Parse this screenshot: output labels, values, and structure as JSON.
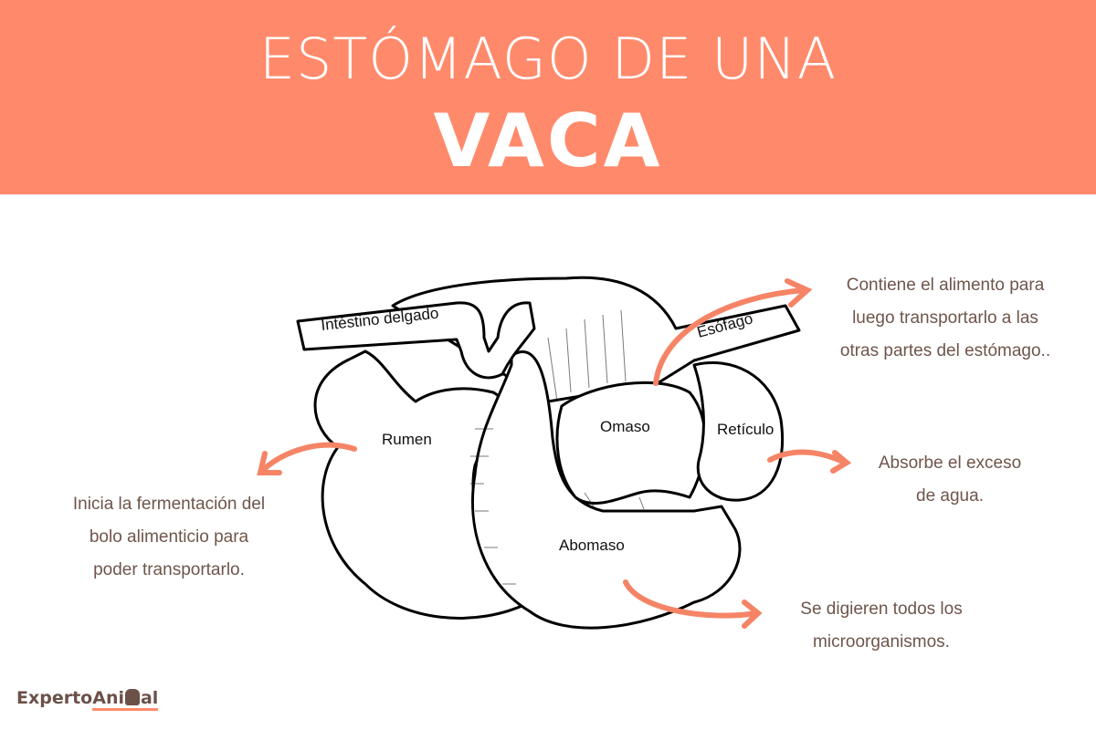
{
  "header": {
    "title_line1": "ESTÓMAGO DE UNA",
    "title_line2": "VACA",
    "background": "#FF8A6B"
  },
  "diagram": {
    "labels": {
      "intestino": "Intéstino delgado",
      "esofago": "Esófago",
      "omaso": "Omaso",
      "reticulo": "Retículo",
      "rumen": "Rumen",
      "abomaso": "Abomaso"
    },
    "arrow_color": "#F58466"
  },
  "notes": {
    "esofago": [
      "Contiene el alimento para",
      "luego transportarlo a las",
      "otras partes del estómago.."
    ],
    "reticulo": [
      "Absorbe el exceso",
      "de agua."
    ],
    "rumen": [
      "Inicia la fermentación del",
      "bolo alimenticio para",
      "poder transportarlo."
    ],
    "abomaso": [
      "Se digieren todos los",
      "microorganismos."
    ]
  },
  "logo": {
    "part1": "Experto",
    "part2": "Ani",
    "part3": "al"
  }
}
